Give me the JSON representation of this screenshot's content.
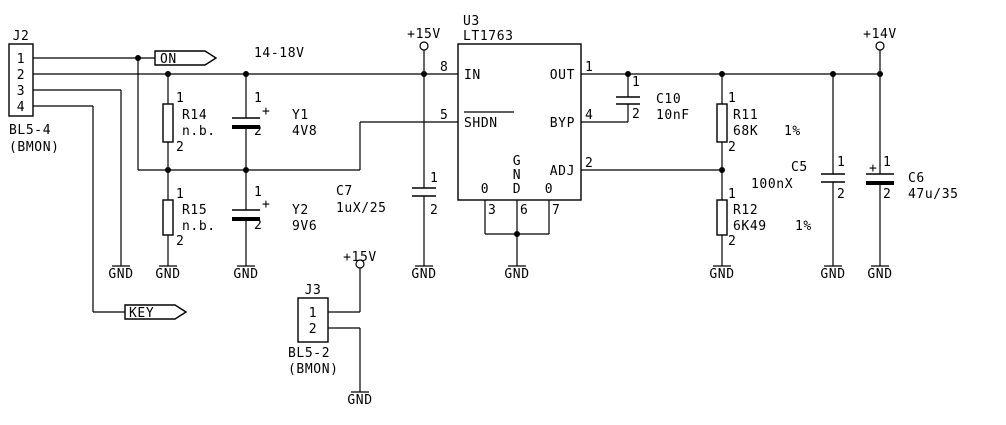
{
  "schematic": {
    "voltage_note": "14-18V",
    "j2": {
      "ref": "J2",
      "pins": [
        "1",
        "2",
        "3",
        "4"
      ],
      "type": "BL5-4",
      "note": "(BMON)"
    },
    "j3": {
      "ref": "J3",
      "pins": [
        "1",
        "2"
      ],
      "type": "BL5-2",
      "note": "(BMON)"
    },
    "flags": {
      "on": "ON",
      "key": "KEY"
    },
    "power": {
      "p15v_top": "+15V",
      "p15v_j3": "+15V",
      "p14v": "+14V"
    },
    "gnd": "GND",
    "r14": {
      "ref": "R14",
      "value": "n.b.",
      "pin1": "1",
      "pin2": "2"
    },
    "r15": {
      "ref": "R15",
      "value": "n.b.",
      "pin1": "1",
      "pin2": "2"
    },
    "y1": {
      "ref": "Y1",
      "value": "4V8",
      "pin1": "1",
      "pin2": "2",
      "plus": "+"
    },
    "y2": {
      "ref": "Y2",
      "value": "9V6",
      "pin1": "1",
      "pin2": "2",
      "plus": "+"
    },
    "c7": {
      "ref": "C7",
      "value": "1uX/25",
      "pin1": "1",
      "pin2": "2"
    },
    "u3": {
      "ref": "U3",
      "part": "LT1763",
      "in": "IN",
      "out": "OUT",
      "shdn": "SHDN",
      "byp": "BYP",
      "adj": "ADJ",
      "gnd_letters": [
        "G",
        "N",
        "D"
      ],
      "zero_left": "0",
      "zero_right": "0",
      "pin_in": "8",
      "pin_shdn": "5",
      "pin_out": "1",
      "pin_byp": "4",
      "pin_adj": "2",
      "pin_g1": "3",
      "pin_g2": "6",
      "pin_g3": "7"
    },
    "c10": {
      "ref": "C10",
      "value": "10nF",
      "pin1": "1",
      "pin2": "2"
    },
    "r11": {
      "ref": "R11",
      "value": "68K",
      "tol": "1%",
      "pin1": "1",
      "pin2": "2"
    },
    "r12": {
      "ref": "R12",
      "value": "6K49",
      "tol": "1%",
      "pin1": "1",
      "pin2": "2"
    },
    "c5": {
      "ref": "C5",
      "value": "100nX",
      "pin1": "1",
      "pin2": "2"
    },
    "c6": {
      "ref": "C6",
      "value": "47u/35",
      "pin1": "1",
      "pin2": "2",
      "plus": "+"
    }
  }
}
